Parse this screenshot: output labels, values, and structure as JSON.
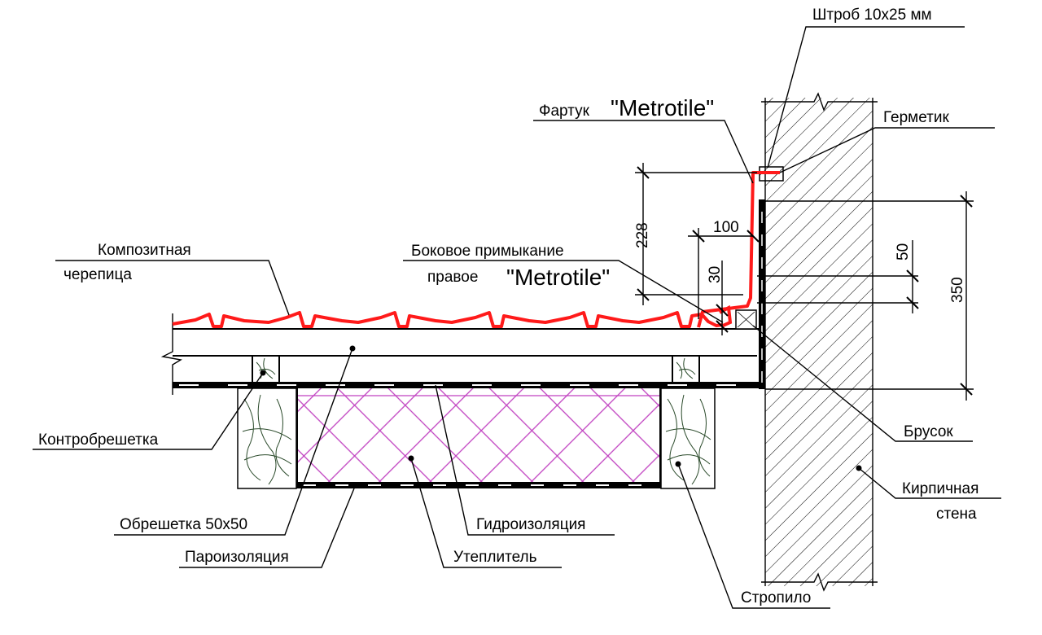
{
  "labels": {
    "shtrob": "Штроб 10х25 мм",
    "fartuk": "Фартук",
    "fartuk_brand": "\"Metrotile\"",
    "germetik": "Герметик",
    "tile_1": "Композитная",
    "tile_2": "черепица",
    "side_1": "Боковое примыкание",
    "side_2": "правое",
    "side_brand": "\"Metrotile\"",
    "counter_batten": "Контробрешетка",
    "batten": "Обрешетка 50х50",
    "vapor": "Пароизоляция",
    "insulation": "Утеплитель",
    "waterproof": "Гидроизоляция",
    "rafter": "Стропило",
    "bar": "Брусок",
    "wall_1": "Кирпичная",
    "wall_2": "стена"
  },
  "dimensions": {
    "d228": "228",
    "d100": "100",
    "d30": "30",
    "d50": "50",
    "d350": "350"
  },
  "colors": {
    "flashing": "#ff1a1a",
    "insulation_hatch": "#c040c0",
    "wood": "#2a4a2a"
  }
}
